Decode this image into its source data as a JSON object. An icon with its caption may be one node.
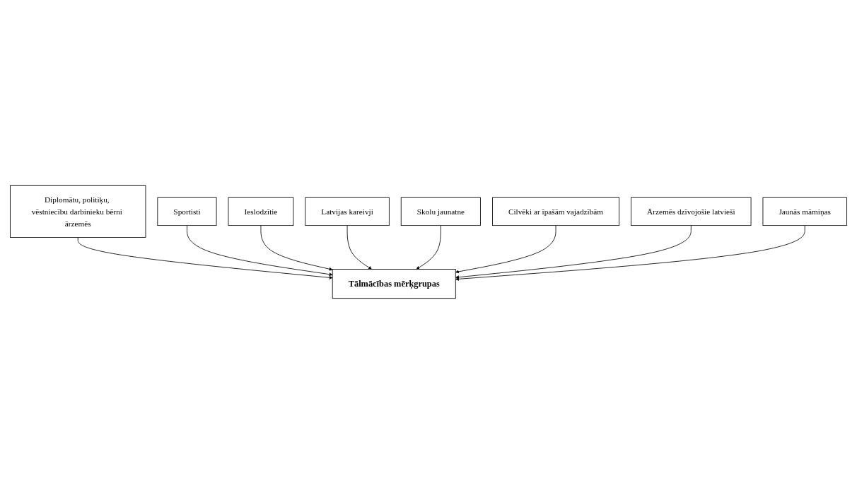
{
  "diagram": {
    "nodes": [
      {
        "text": [
          "Diplomātu, politiķu, vēstniecību darbinieku bērni ārzemēs"
        ]
      },
      {
        "text": [
          "Sportisti"
        ]
      },
      {
        "text": [
          "Ieslodzītie"
        ]
      },
      {
        "text": [
          "Latvijas kareivji"
        ]
      },
      {
        "text": [
          "Tālmācības mērķgrupas"
        ]
      },
      {
        "text": [
          "Skolu jaunatne"
        ]
      },
      {
        "text": [
          "Cilvēki ar īpašām vajadzībām"
        ]
      },
      {
        "text": [
          "Ārzemēs dzīvojošie latvieši"
        ]
      },
      {
        "text": [
          "Jaunās māmiņas"
        ]
      }
    ],
    "edges": [
      {
        "from": 0,
        "to": 4,
        "arrow": "to"
      },
      {
        "from": 1,
        "to": 4,
        "arrow": "to"
      },
      {
        "from": 2,
        "to": 4,
        "arrow": "to"
      },
      {
        "from": 3,
        "to": 4,
        "arrow": "to"
      },
      {
        "from": 5,
        "to": 4,
        "arrow": "to"
      },
      {
        "from": 6,
        "to": 4,
        "arrow": "to"
      },
      {
        "from": 7,
        "to": 4,
        "arrow": "to"
      },
      {
        "from": 8,
        "to": 4,
        "arrow": "to"
      }
    ]
  }
}
